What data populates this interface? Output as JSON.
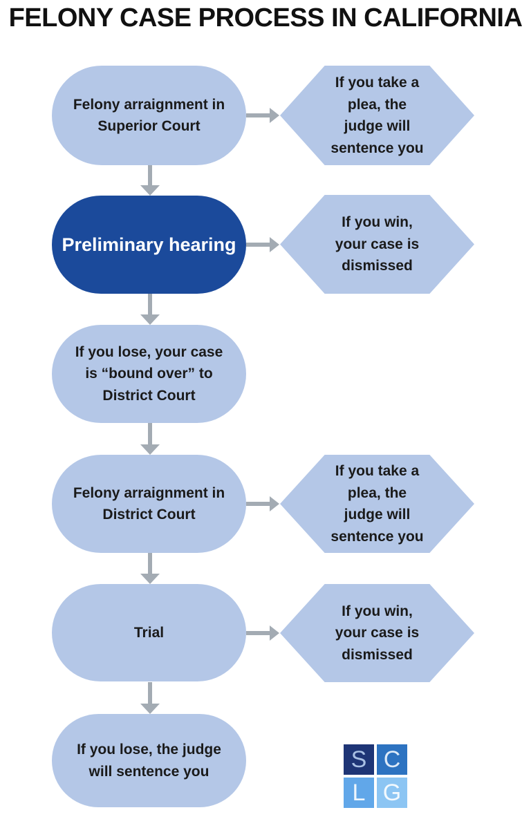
{
  "title": "FELONY CASE PROCESS IN CALIFORNIA",
  "nodes": {
    "superior_arraignment": "Felony arraignment in\nSuperior Court",
    "plea_sentence": "If you take a\nplea, the\njudge will\nsentence you",
    "preliminary_hearing": "Preliminary hearing",
    "win_dismissed": "If you win,\nyour case is\ndismissed",
    "bound_over": "If you lose, your case\nis “bound over” to\nDistrict Court",
    "district_arraignment": "Felony arraignment in\nDistrict Court",
    "trial": "Trial",
    "lose_sentence": "If you lose, the judge\nwill sentence you"
  },
  "logo": {
    "letters": [
      "S",
      "C",
      "L",
      "G"
    ]
  },
  "colors": {
    "title_color": "#111111",
    "text_dark": "#1a1a1a",
    "text_light": "#ffffff",
    "light_blue": "#b4c7e7",
    "dark_blue": "#1b4a9b",
    "arrow_gray": "#a3abb3",
    "logo_s_bg": "#1e3576",
    "logo_s_fg": "#a9c0e4",
    "logo_c_bg": "#2d73c1",
    "logo_c_fg": "#ddeaf8",
    "logo_l_bg": "#61a7e9",
    "logo_l_fg": "#eef6fd",
    "logo_g_bg": "#8cc5f3",
    "logo_g_fg": "#f2f9fe"
  }
}
